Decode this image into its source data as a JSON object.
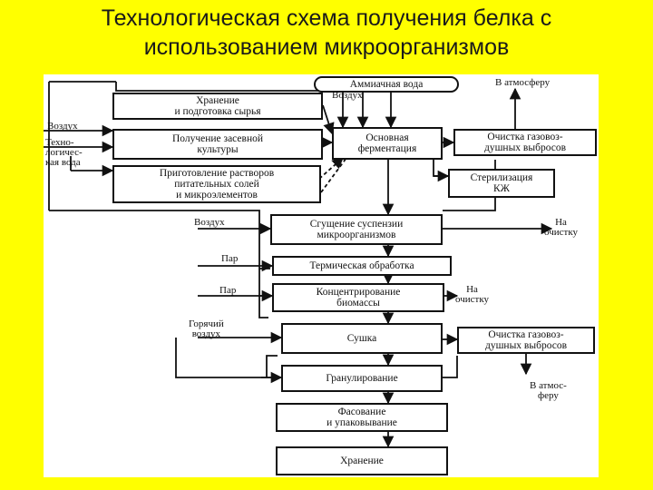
{
  "title": {
    "line1": "Технологическая схема получения белка с",
    "line2": "использованием микроорганизмов"
  },
  "boxes": {
    "storage_raw": "Хранение\nи подготовка сырья",
    "seed_culture": "Получение засевной\nкультуры",
    "solutions": "Приготовление растворов\nпитательных солей\nи микроэлементов",
    "ammonia_water": "Аммиачная вода",
    "main_fermentation": "Основная\nферментация",
    "gas_cleaning_1": "Очистка газовоз-\nдушных выбросов",
    "sterilization": "Стерилизация\nКЖ",
    "thickening": "Сгущение суспензии\nмикроорганизмов",
    "thermal": "Термическая обработка",
    "concentration": "Концентрирование\nбиомассы",
    "drying": "Сушка",
    "gas_cleaning_2": "Очистка газовоз-\nдушных выбросов",
    "granulation": "Гранулирование",
    "packing": "Фасование\nи упаковывание",
    "storage_final": "Хранение"
  },
  "labels": {
    "air_in_1": "Воздух",
    "air_top": "Воздух",
    "process_water": "Техно-\nлогичес-\nкая вода",
    "to_atmosphere_1": "В атмосферу",
    "air_in_2": "Воздух",
    "to_cleaning_1": "На\nочистку",
    "steam_1": "Пар",
    "steam_2": "Пар",
    "to_cleaning_2": "На\nочистку",
    "hot_air": "Горячий\nвоздух",
    "to_atmosphere_2": "В атмос-\nферу"
  }
}
